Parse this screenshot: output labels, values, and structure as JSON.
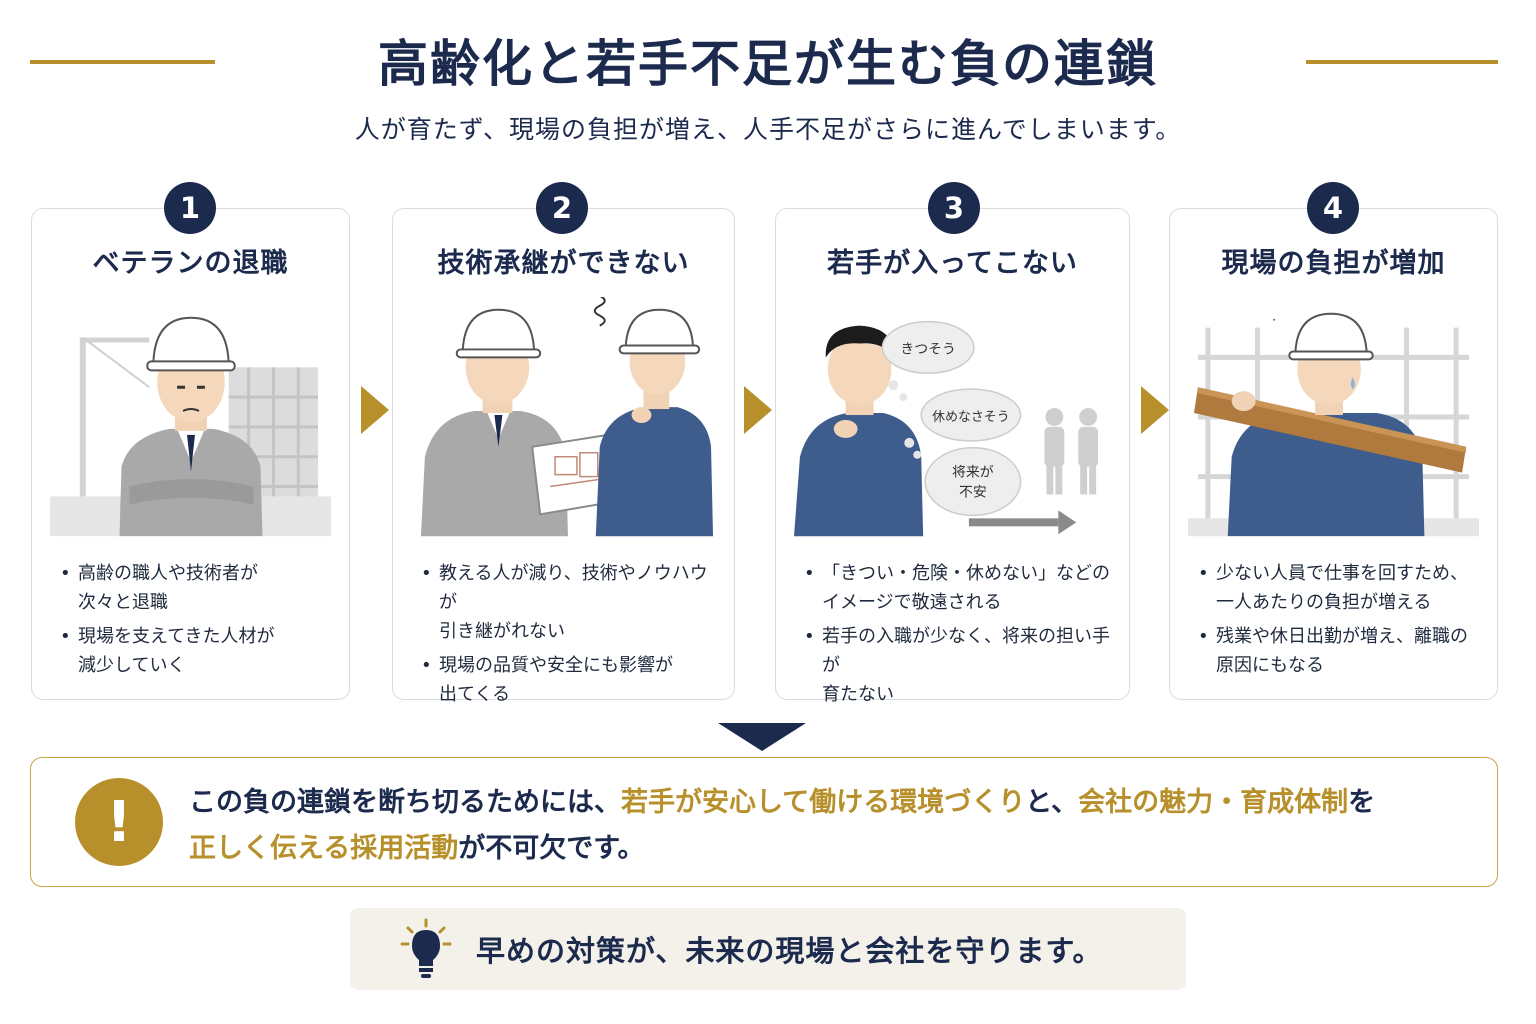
{
  "header": {
    "title": "高齢化と若手不足が生む負の連鎖",
    "subtitle": "人が育たず、現場の負担が増え、人手不足がさらに進んでしまいます。"
  },
  "steps": [
    {
      "number": "1",
      "title": "ベテランの退職",
      "bullets": [
        "高齢の職人や技術者が\n次々と退職",
        "現場を支えてきた人材が\n減少していく"
      ]
    },
    {
      "number": "2",
      "title": "技術承継ができない",
      "bullets": [
        "教える人が減り、技術やノウハウが\n引き継がれない",
        "現場の品質や安全にも影響が\n出てくる"
      ]
    },
    {
      "number": "3",
      "title": "若手が入ってこない",
      "bubbles": [
        "きつそう",
        "休めなさそう",
        "将来が",
        "不安"
      ],
      "bullets": [
        "「きつい・危険・休めない」などの\nイメージで敬遠される",
        "若手の入職が少なく、将来の担い手が\n育たない"
      ]
    },
    {
      "number": "4",
      "title": "現場の負担が増加",
      "bullets": [
        "少ない人員で仕事を回すため、\n一人あたりの負担が増える",
        "残業や休日出勤が増え、離職の\n原因にもなる"
      ]
    }
  ],
  "callout": {
    "icon": "!",
    "parts": [
      "この負の連鎖を断ち切るためには、",
      "若手が安心して働ける環境づくり",
      "と、",
      "会社の魅力・育成体制",
      "を",
      "正しく伝える採用活動",
      "が不可欠です。"
    ]
  },
  "footer": {
    "icon": "lightbulb-icon",
    "text": "早めの対策が、未来の現場と会社を守ります。"
  },
  "colors": {
    "navy": "#1c2a4d",
    "gold": "#b8902b",
    "worker_blue": "#3f5d8c"
  }
}
